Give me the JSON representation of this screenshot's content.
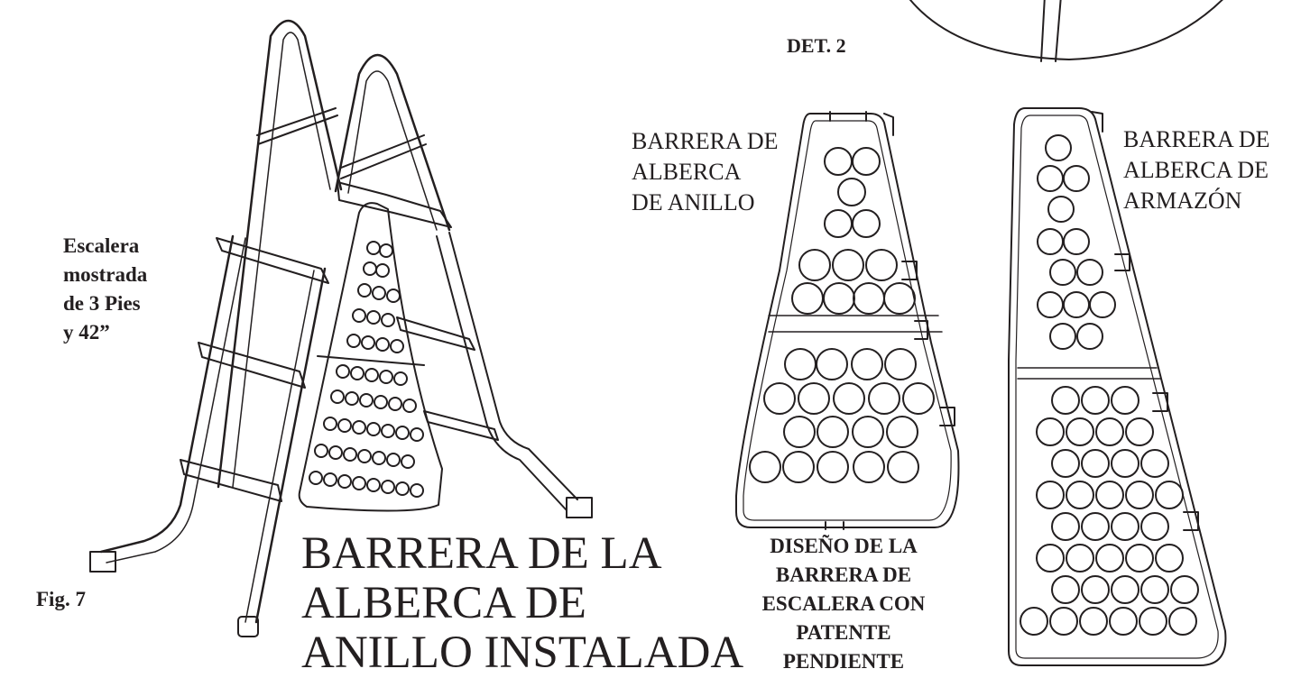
{
  "texts": {
    "det2": "DET. 2",
    "ring_barrier": [
      "BARRERA DE",
      "ALBERCA",
      "DE ANILLO"
    ],
    "frame_barrier": [
      "BARRERA DE",
      "ALBERCA DE",
      "ARMAZÓN"
    ],
    "ladder_note": [
      "Escalera",
      "mostrada",
      "de 3 Pies",
      "y 42”"
    ],
    "fig": "Fig. 7",
    "installed": [
      "BARRERA DE LA",
      "ALBERCA DE",
      "ANILLO INSTALADA"
    ],
    "design": [
      "DISEÑO DE LA",
      "BARRERA DE",
      "ESCALERA CON",
      "PATENTE",
      "PENDIENTE"
    ]
  },
  "colors": {
    "ink": "#231f20",
    "paper": "#ffffff"
  }
}
